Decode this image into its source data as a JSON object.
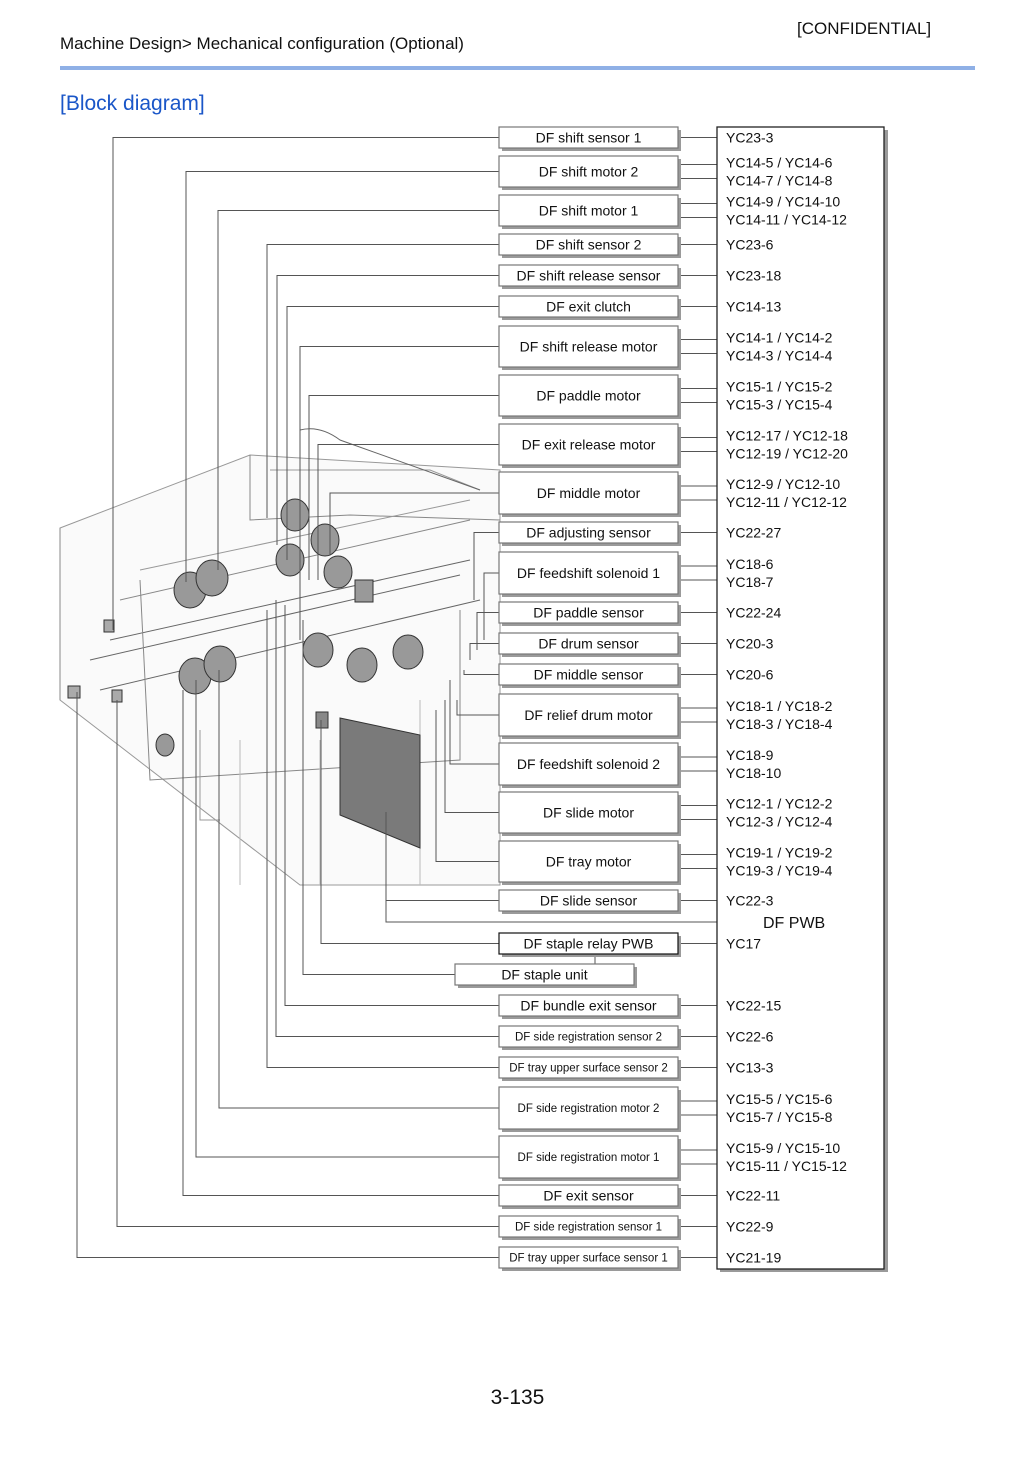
{
  "header": {
    "confidential": "[CONFIDENTIAL]",
    "breadcrumb": "Machine Design> Mechanical configuration (Optional)"
  },
  "section_title": "[Block diagram]",
  "page_number": "3-135",
  "pwb_label": "DF PWB",
  "components": [
    {
      "name": "DF shift sensor 1",
      "connectors": [
        "YC23-3"
      ]
    },
    {
      "name": "DF shift motor 2",
      "connectors": [
        "YC14-5 / YC14-6",
        "YC14-7 / YC14-8"
      ]
    },
    {
      "name": "DF shift motor 1",
      "connectors": [
        "YC14-9 / YC14-10",
        "YC14-11 / YC14-12"
      ]
    },
    {
      "name": "DF shift sensor 2",
      "connectors": [
        "YC23-6"
      ]
    },
    {
      "name": "DF shift release sensor",
      "connectors": [
        "YC23-18"
      ]
    },
    {
      "name": "DF exit clutch",
      "connectors": [
        "YC14-13"
      ]
    },
    {
      "name": "DF shift release motor",
      "connectors": [
        "YC14-1 / YC14-2",
        "YC14-3 / YC14-4"
      ]
    },
    {
      "name": "DF paddle motor",
      "connectors": [
        "YC15-1 / YC15-2",
        "YC15-3 / YC15-4"
      ]
    },
    {
      "name": "DF exit release motor",
      "connectors": [
        "YC12-17 / YC12-18",
        "YC12-19 / YC12-20"
      ]
    },
    {
      "name": "DF middle motor",
      "connectors": [
        "YC12-9 / YC12-10",
        "YC12-11 / YC12-12"
      ]
    },
    {
      "name": "DF adjusting sensor",
      "connectors": [
        "YC22-27"
      ]
    },
    {
      "name": "DF feedshift solenoid 1",
      "connectors": [
        "YC18-6",
        "YC18-7"
      ]
    },
    {
      "name": "DF paddle sensor",
      "connectors": [
        "YC22-24"
      ]
    },
    {
      "name": "DF drum sensor",
      "connectors": [
        "YC20-3"
      ]
    },
    {
      "name": "DF middle sensor",
      "connectors": [
        "YC20-6"
      ]
    },
    {
      "name": "DF relief drum motor",
      "connectors": [
        "YC18-1 / YC18-2",
        "YC18-3 / YC18-4"
      ]
    },
    {
      "name": "DF feedshift solenoid 2",
      "connectors": [
        "YC18-9",
        "YC18-10"
      ]
    },
    {
      "name": "DF slide motor",
      "connectors": [
        "YC12-1 / YC12-2",
        "YC12-3 / YC12-4"
      ]
    },
    {
      "name": "DF tray motor",
      "connectors": [
        "YC19-1 / YC19-2",
        "YC19-3 / YC19-4"
      ]
    },
    {
      "name": "DF slide sensor",
      "connectors": [
        "YC22-3"
      ]
    },
    {
      "name": "DF staple relay PWB",
      "connectors": [
        "YC17"
      ]
    },
    {
      "name": "DF staple unit",
      "connectors": []
    },
    {
      "name": "DF bundle exit sensor",
      "connectors": [
        "YC22-15"
      ]
    },
    {
      "name": "DF side registration sensor 2",
      "connectors": [
        "YC22-6"
      ]
    },
    {
      "name": "DF tray upper surface sensor 2",
      "connectors": [
        "YC13-3"
      ]
    },
    {
      "name": "DF side registration motor 2",
      "connectors": [
        "YC15-5 / YC15-6",
        "YC15-7 / YC15-8"
      ]
    },
    {
      "name": "DF side registration motor 1",
      "connectors": [
        "YC15-9 / YC15-10",
        "YC15-11 / YC15-12"
      ]
    },
    {
      "name": "DF exit sensor",
      "connectors": [
        "YC22-11"
      ]
    },
    {
      "name": "DF side registration sensor 1",
      "connectors": [
        "YC22-9"
      ]
    },
    {
      "name": "DF tray upper surface sensor 1",
      "connectors": [
        "YC21-19"
      ]
    }
  ]
}
